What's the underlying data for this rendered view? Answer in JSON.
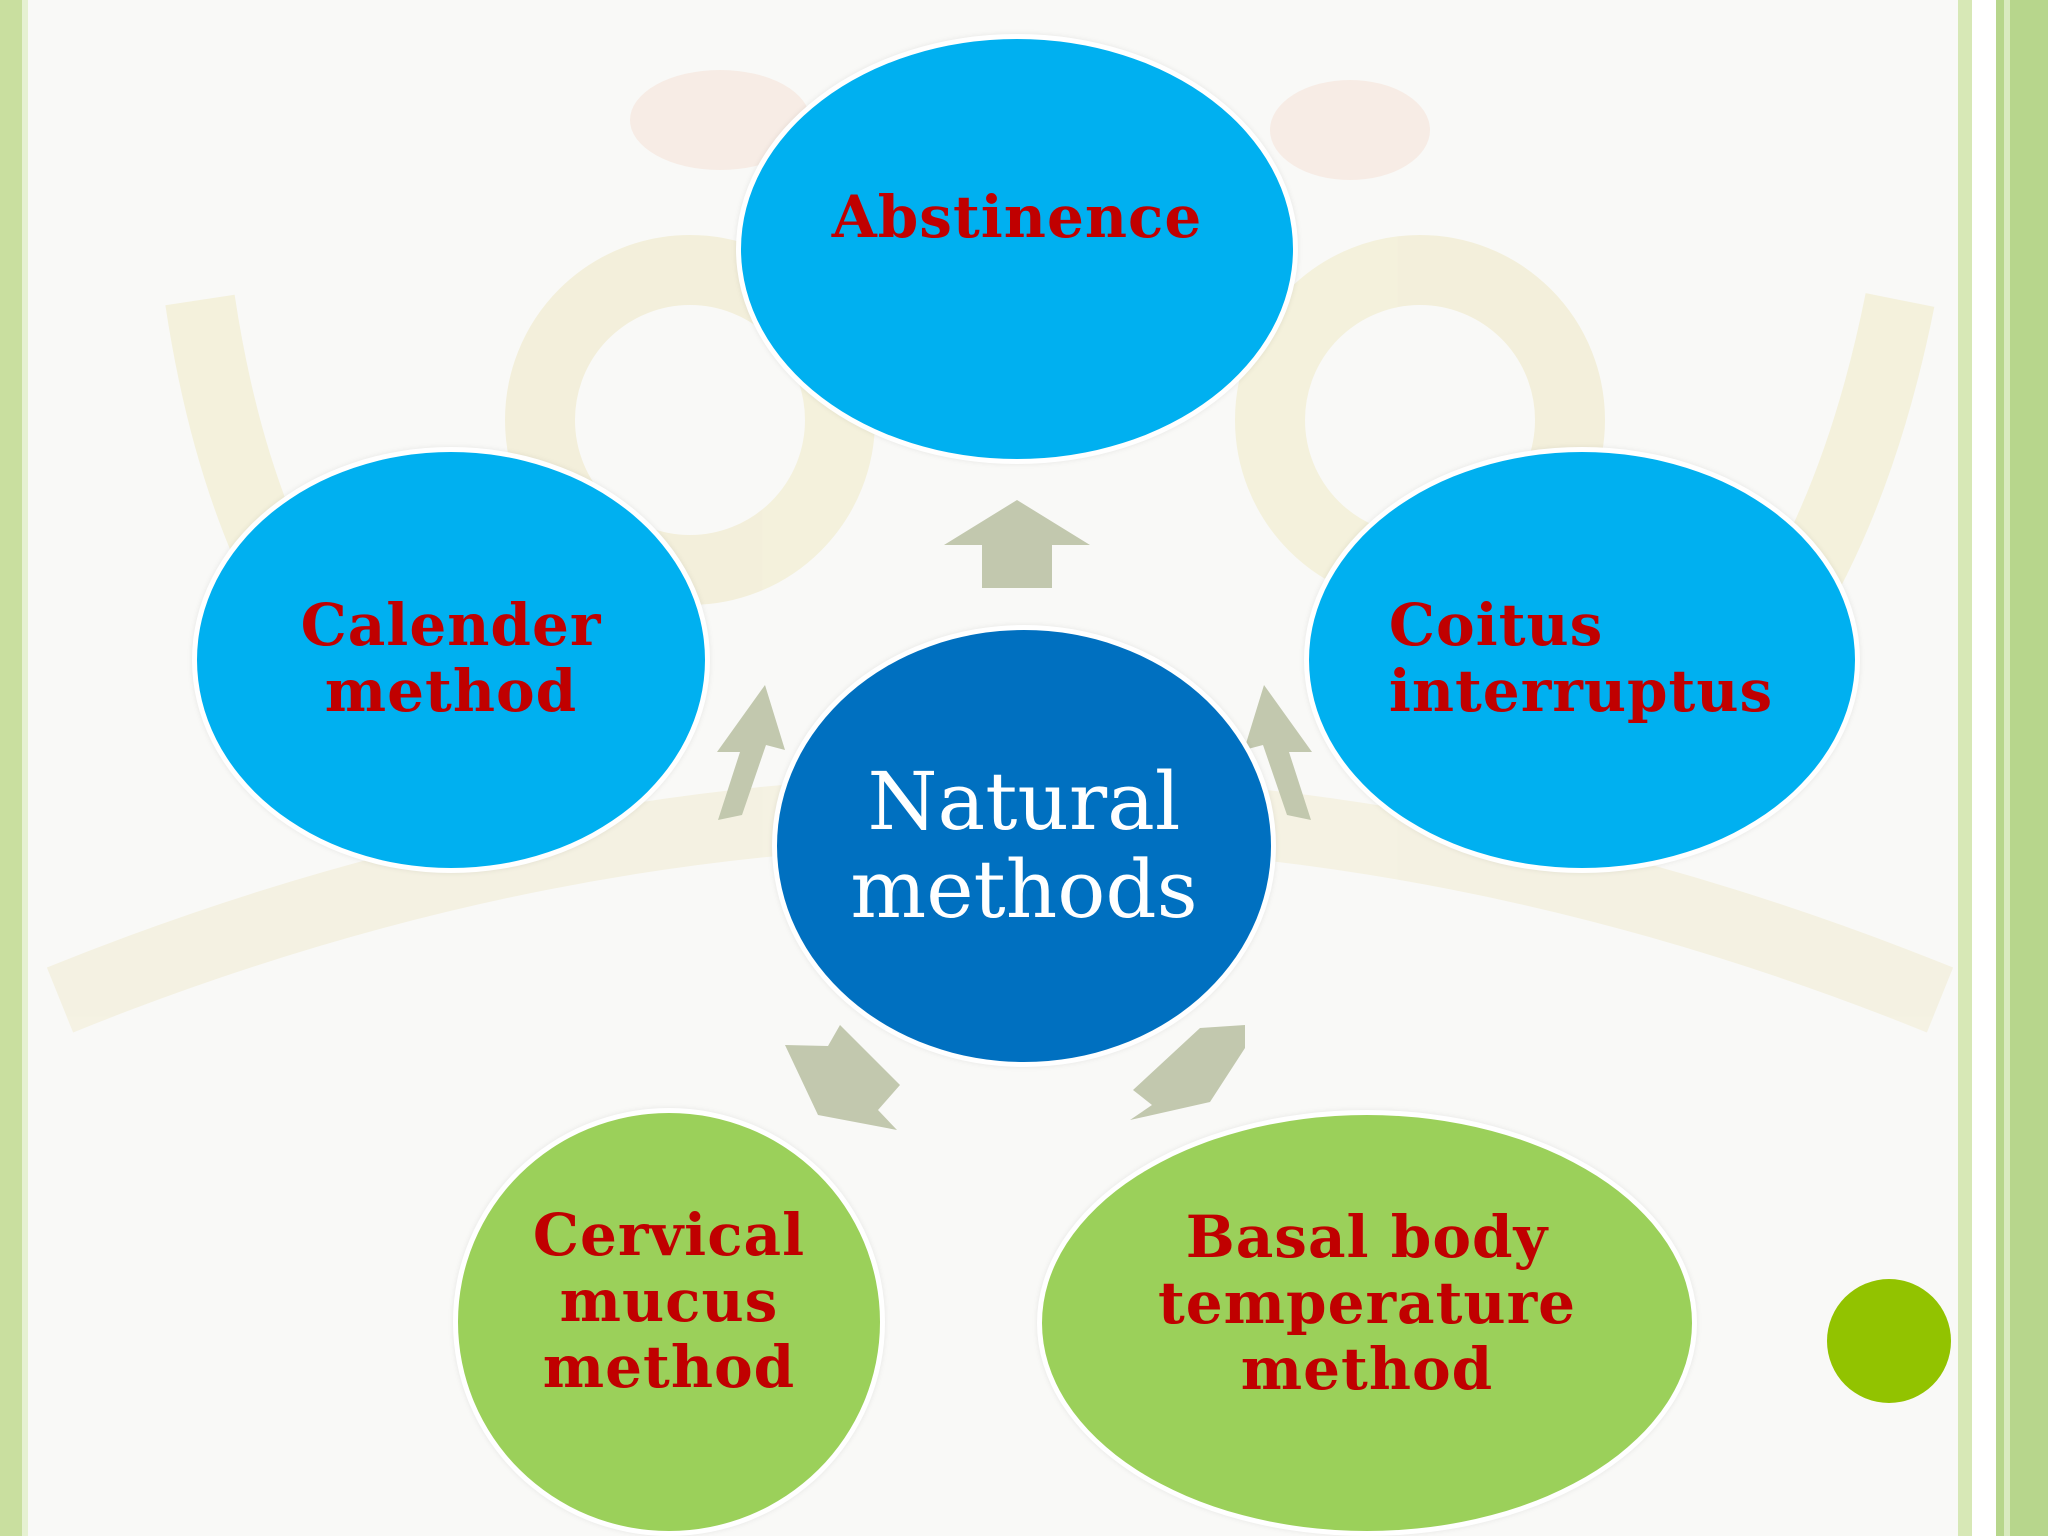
{
  "center": {
    "label": "Natural\nmethods"
  },
  "nodes": {
    "abstinence": "Abstinence",
    "calendar": "Calender\nmethod",
    "coitus": "Coitus\ninterruptus",
    "cervical": "Cervical\nmucus\nmethod",
    "basal": "Basal body\ntemperature\nmethod"
  },
  "colors": {
    "outer_blue": "#00b0f0",
    "outer_green": "#9bd05a",
    "center_blue": "#0070c0",
    "label_red": "#c00000",
    "arrow_gray": "#c2c8ae",
    "accent_dot": "#92c300"
  }
}
